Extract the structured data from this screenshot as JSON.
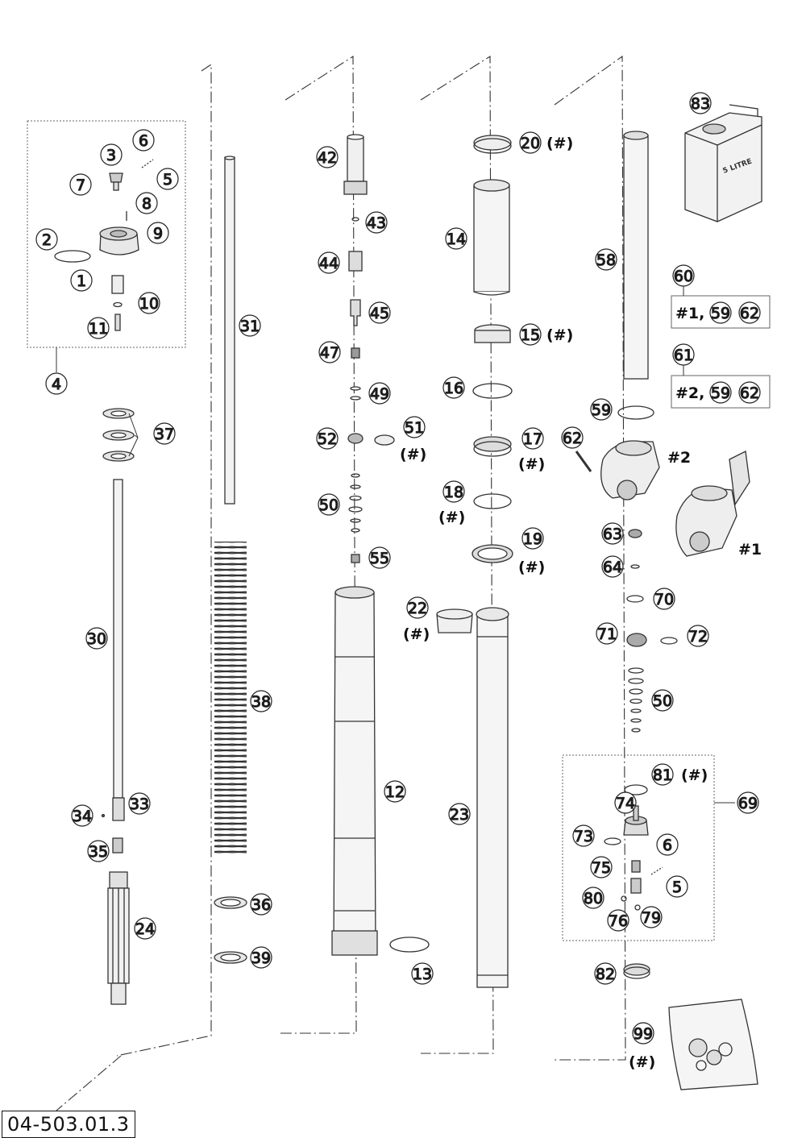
{
  "drawing_id": "04-503.01.3",
  "parts": {
    "p1": "1",
    "p2": "2",
    "p3": "3",
    "p4": "4",
    "p5": "5",
    "p6": "6",
    "p7": "7",
    "p8": "8",
    "p9": "9",
    "p10": "10",
    "p11": "11",
    "p12": "12",
    "p13": "13",
    "p14": "14",
    "p15": "15",
    "p16": "16",
    "p17": "17",
    "p18": "18",
    "p19": "19",
    "p20": "20",
    "p22": "22",
    "p23": "23",
    "p24": "24",
    "p30": "30",
    "p31": "31",
    "p33": "33",
    "p34": "34",
    "p35": "35",
    "p36": "36",
    "p37": "37",
    "p38": "38",
    "p39": "39",
    "p42": "42",
    "p43": "43",
    "p44": "44",
    "p45": "45",
    "p47": "47",
    "p49": "49",
    "p50": "50",
    "p51": "51",
    "p52": "52",
    "p55": "55",
    "p58": "58",
    "p59": "59",
    "p60": "60",
    "p61": "61",
    "p62": "62",
    "p63": "63",
    "p64": "64",
    "p69": "69",
    "p70": "70",
    "p71": "71",
    "p72": "72",
    "p73": "73",
    "p74": "74",
    "p75": "75",
    "p76": "76",
    "p79": "79",
    "p80": "80",
    "p81": "81",
    "p82": "82",
    "p83": "83",
    "p99": "99"
  },
  "marks": {
    "hash": "(#)",
    "variant1": "#1",
    "variant2": "#2"
  },
  "kit_60": {
    "prefix": "#1,",
    "items": [
      "59",
      "62"
    ]
  },
  "kit_61": {
    "prefix": "#2,",
    "items": [
      "59",
      "62"
    ]
  },
  "canister_label": "5 LITRE"
}
